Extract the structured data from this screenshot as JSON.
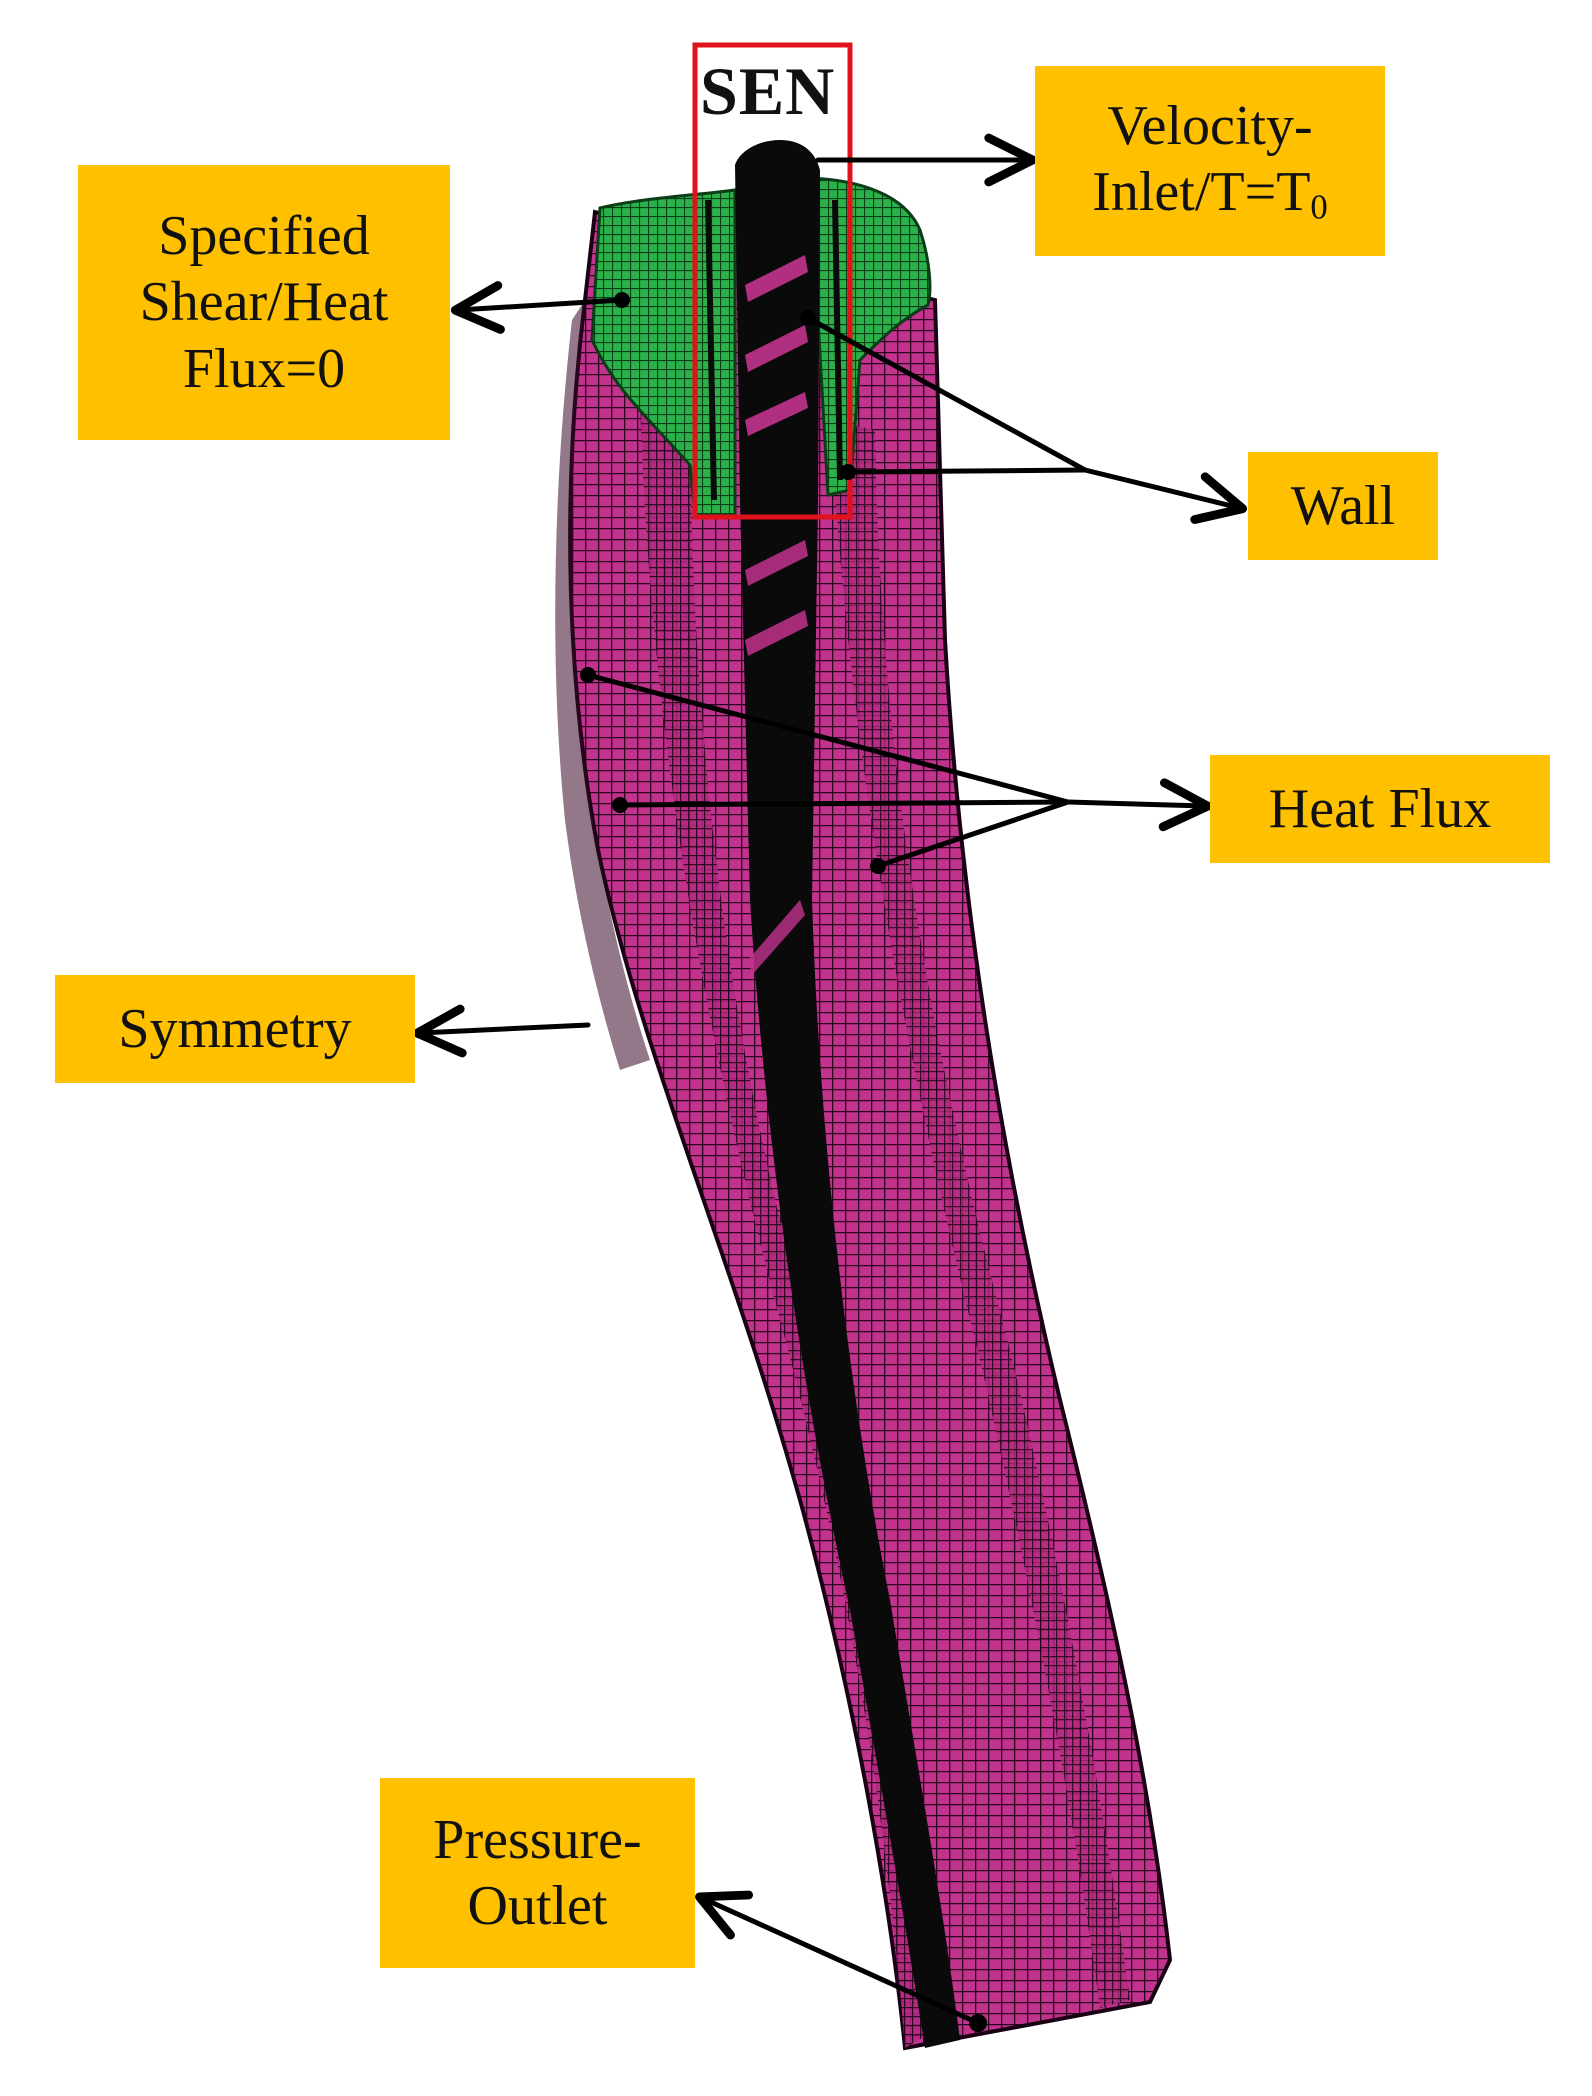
{
  "labels": {
    "sen": "SEN",
    "velocity_inlet": {
      "line1": "Velocity-",
      "line2": "Inlet/T=T",
      "subscript": "0"
    },
    "specified_shear": {
      "line1": "Specified",
      "line2": "Shear/Heat",
      "line3": "Flux=0"
    },
    "wall": "Wall",
    "heat_flux": "Heat Flux",
    "symmetry": "Symmetry",
    "pressure_outlet": {
      "line1": "Pressure-",
      "line2": "Outlet"
    }
  },
  "colors": {
    "label_fill": "#FFC000",
    "mesh_body": "#C2338E",
    "mesh_top": "#2BB14A",
    "sen_core": "#0A0A0A",
    "highlight_box": "#E0121B",
    "arrows": "#000000"
  }
}
